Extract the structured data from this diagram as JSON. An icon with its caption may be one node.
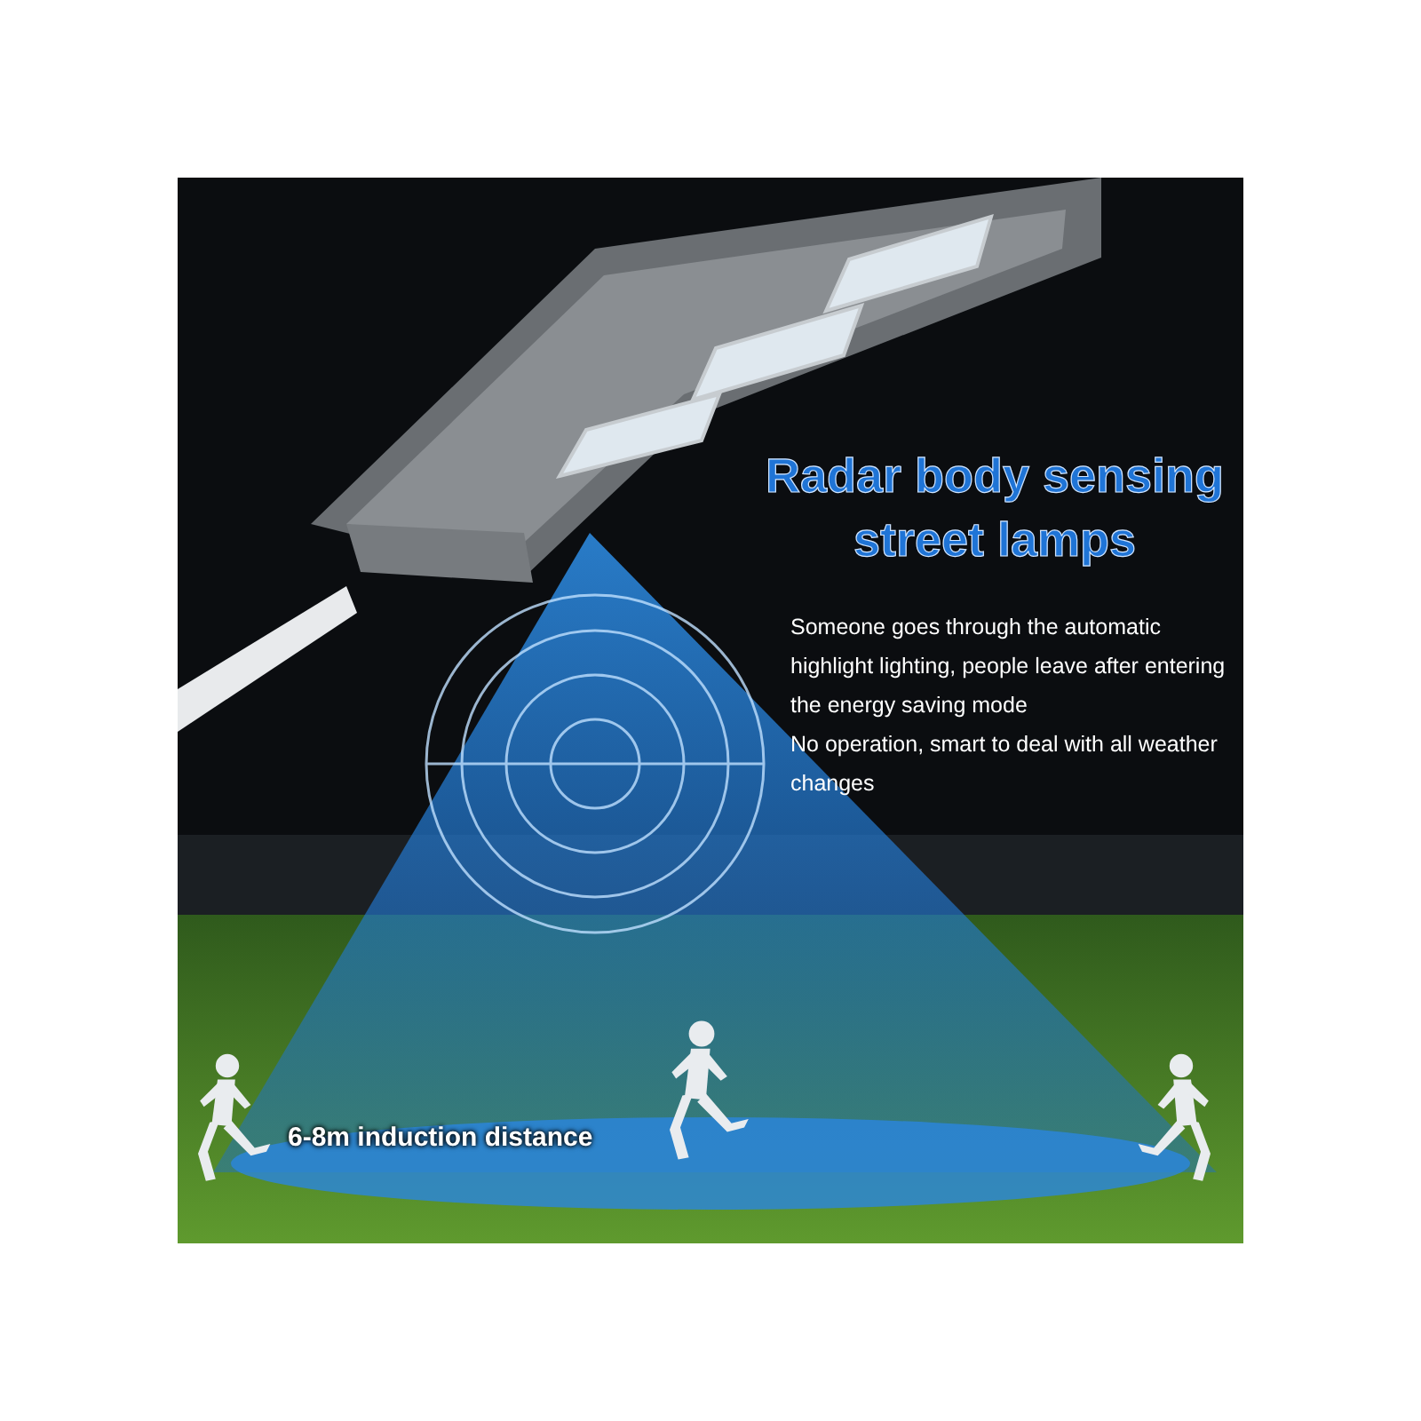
{
  "diagram": {
    "title": "Radar body sensing street lamps",
    "labels": [
      "Someone goes through the automatic highlight lighting, people leave after entering the energy saving mode",
      "No operation, smart to deal with all weather changes",
      "6-8m induction distance"
    ]
  }
}
